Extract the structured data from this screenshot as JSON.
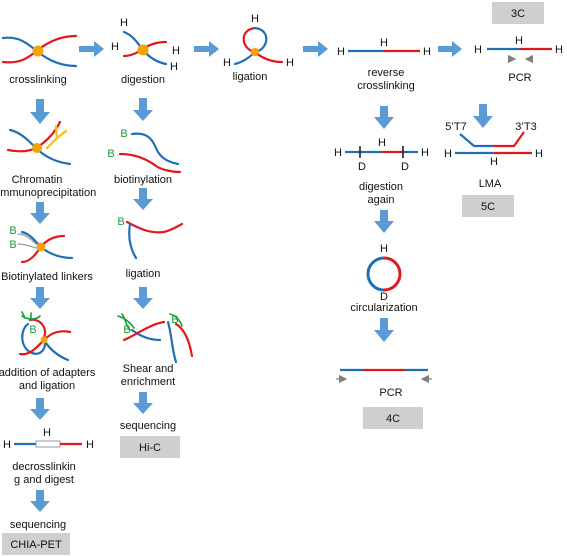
{
  "colors": {
    "blue": "#1f6fb6",
    "red": "#e0191f",
    "orange": "#f5a300",
    "green": "#1a9e3a",
    "arrow": "#5b9bd5",
    "tag_box": "#cfcfcf",
    "gray_arrow": "#7f7f7f"
  },
  "letters": {
    "H": "H",
    "B": "B",
    "D": "D"
  },
  "steps": {
    "crosslinking": "crosslinking",
    "digestion": "digestion",
    "ligation_top": "ligation",
    "reverse_1": "reverse",
    "reverse_2": "crosslinking",
    "pcr_3c": "PCR",
    "chromatin_1": "Chromatin",
    "chromatin_2": "immunoprecipitation",
    "biotinylated_linkers": "Biotinylated linkers",
    "adapters_1": "addition of adapters",
    "adapters_2": "and ligation",
    "decross_1": "decrosslinkin",
    "decross_2": "g and digest",
    "sequencing_chia": "sequencing",
    "biotinylation": "biotinylation",
    "ligation_hic": "ligation",
    "shear_1": "Shear and",
    "shear_2": "enrichment",
    "sequencing_hic": "sequencing",
    "digestion_again_1": "digestion",
    "digestion_again_2": "again",
    "circularization": "circularization",
    "pcr_4c": "PCR",
    "lma": "LMA",
    "primer_5t7": "5’T7",
    "primer_3t3": "3’T3"
  },
  "methods": {
    "m3c": "3C",
    "m5c": "5C",
    "m4c": "4C",
    "hic": "Hi-C",
    "chiapet": "CHIA-PET"
  }
}
